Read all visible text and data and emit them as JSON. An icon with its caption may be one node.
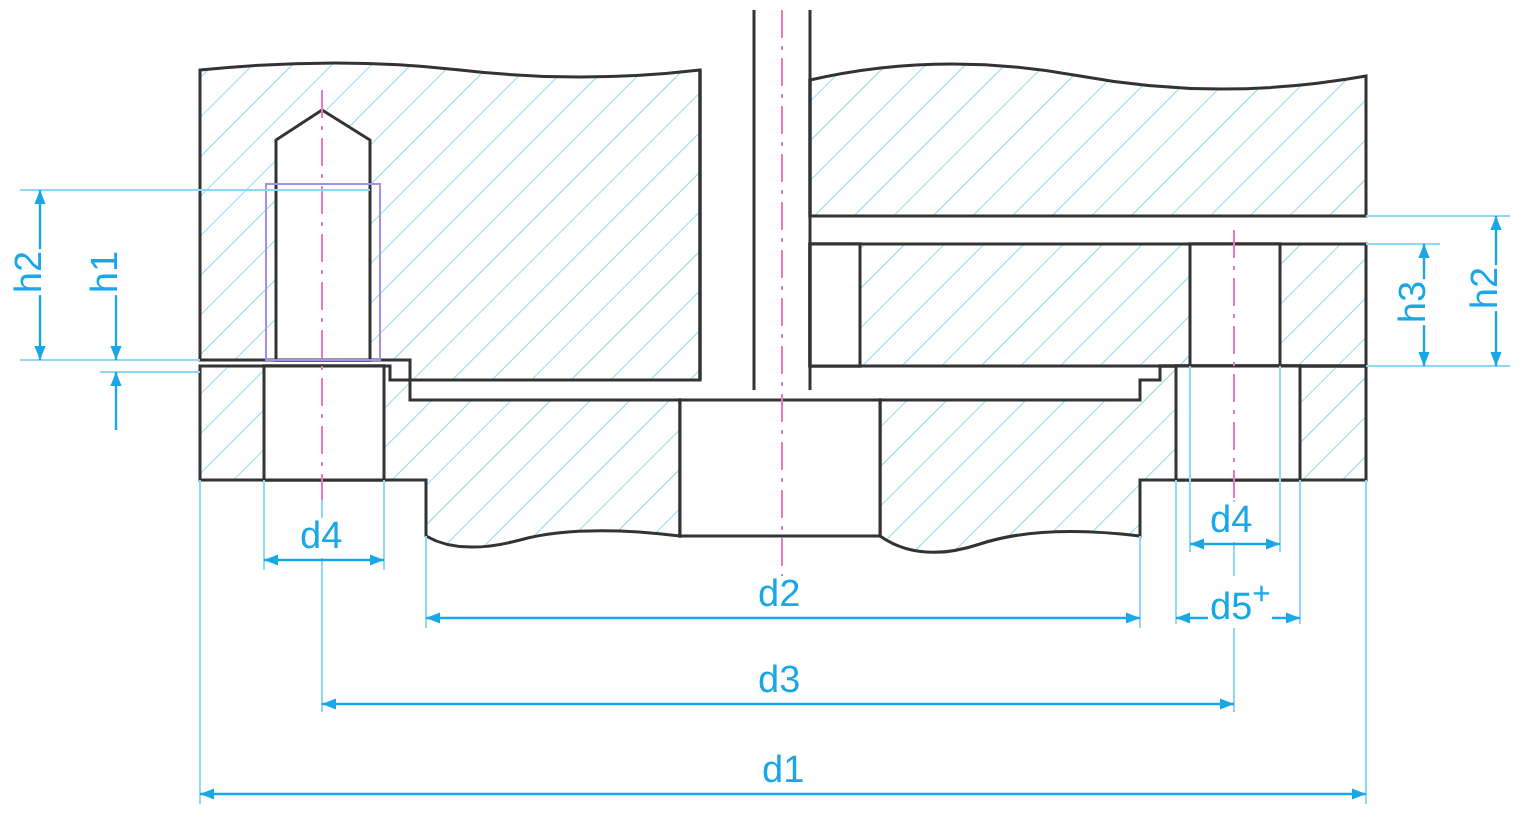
{
  "diagram": {
    "labels": [
      "h2",
      "h1",
      "h3",
      "h2",
      "d4",
      "d4",
      "d2",
      "d5$^{+}$",
      "d3",
      "d1"
    ]
  }
}
